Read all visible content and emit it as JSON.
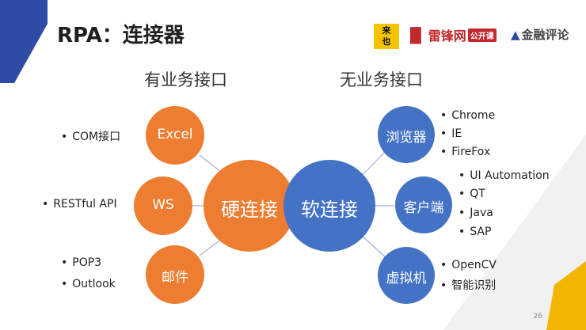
{
  "title": "RPA：连接器",
  "logos": {
    "logo1_line1": "来",
    "logo1_line2": "也",
    "logo2_text": "雷锋网",
    "logo2_badge": "公开课",
    "logo3_text": "金融评论"
  },
  "headings": {
    "left": "有业务接口",
    "right": "无业务接口"
  },
  "center": {
    "hard": "硬连接",
    "soft": "软连接"
  },
  "left_nodes": [
    {
      "label": "Excel",
      "bullets": [
        "COM接口"
      ]
    },
    {
      "label": "WS",
      "bullets": [
        "RESTful API"
      ]
    },
    {
      "label": "邮件",
      "bullets": [
        "POP3",
        "Outlook"
      ]
    }
  ],
  "right_nodes": [
    {
      "label": "浏览器",
      "bullets": [
        "Chrome",
        "IE",
        "FireFox"
      ]
    },
    {
      "label": "客户端",
      "bullets": [
        "UI Automation",
        "QT",
        "Java",
        "SAP"
      ]
    },
    {
      "label": "虚拟机",
      "bullets": [
        "OpenCV",
        "智能识别"
      ]
    }
  ],
  "page_number": "26",
  "colors": {
    "orange": "#ED7D31",
    "blue": "#4472C4",
    "accent_blue": "#2E4BA6",
    "connector": "#9DB3D9"
  }
}
